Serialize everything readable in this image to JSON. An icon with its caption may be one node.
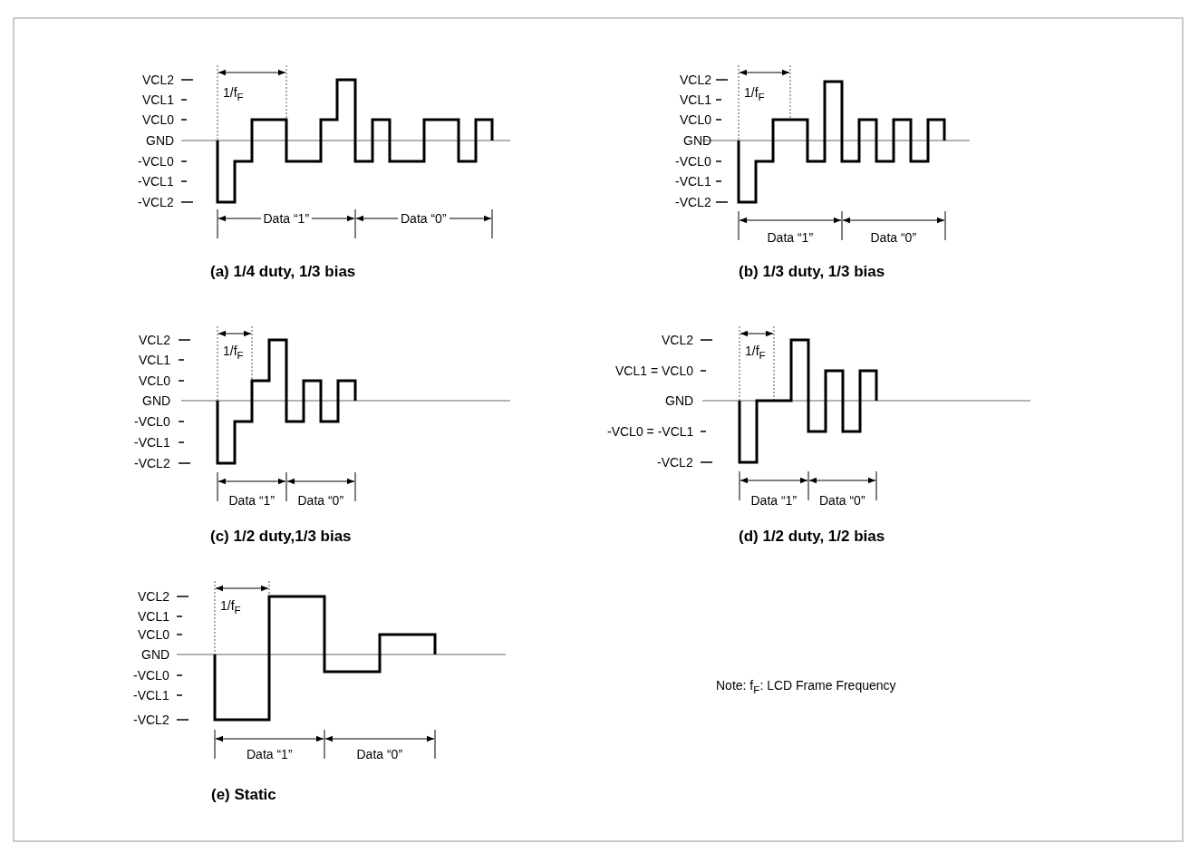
{
  "diagram": {
    "labels": [
      "VCL2",
      "VCL1",
      "VCL0",
      "GND",
      "-VCL0",
      "-VCL1",
      "-VCL2",
      "1/f$_{F}$",
      "Data “1”",
      "Data “0”",
      "(a) 1/4 duty, 1/3 bias",
      "VCL2",
      "VCL1",
      "VCL0",
      "GND",
      "-VCL0",
      "-VCL1",
      "-VCL2",
      "1/f$_{F}$",
      "Data “1”",
      "Data “0”",
      "(b) 1/3 duty, 1/3 bias",
      "VCL2",
      "VCL1",
      "VCL0",
      "GND",
      "-VCL0",
      "-VCL1",
      "-VCL2",
      "1/f$_{F}$",
      "Data “1”",
      "Data “0”",
      "(c) 1/2 duty,1/3 bias",
      "VCL2",
      "VCL1 = VCL0",
      "GND",
      "-VCL0 = -VCL1",
      "-VCL2",
      "1/f$_{F}$",
      "Data “1”",
      "Data “0”",
      "(d) 1/2 duty, 1/2 bias",
      "VCL2",
      "VCL1",
      "VCL0",
      "GND",
      "-VCL0",
      "-VCL1",
      "-VCL2",
      "1/f$_{F}$",
      "Data “1”",
      "Data “0”",
      "(e) Static",
      "Note: f$_{F}$: LCD Frame Frequency"
    ]
  }
}
